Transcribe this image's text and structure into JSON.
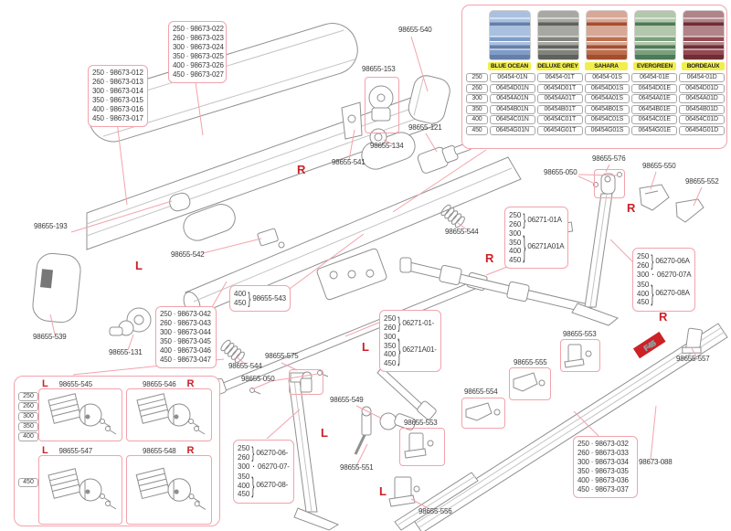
{
  "palette": {
    "box_border": "#f2a3ac",
    "leader": "#f2a3ac",
    "mark_red": "#cc2127",
    "text": "#3c3c3c",
    "name_tag_bg": "#f2ee4e",
    "logo_red": "#cc2127"
  },
  "fabric_panel": {
    "swatches": [
      {
        "name": "BLUE OCEAN",
        "base": "#a9c0e0",
        "band": "#7f9cc9",
        "dark": "#667fa8"
      },
      {
        "name": "DELUXE GREY",
        "base": "#a8a8a2",
        "band": "#82837c",
        "dark": "#5f625c"
      },
      {
        "name": "SAHARA",
        "base": "#d8a795",
        "band": "#bd6e4c",
        "dark": "#a34f2f"
      },
      {
        "name": "EVERGREEN",
        "base": "#b2c7ab",
        "band": "#79a07c",
        "dark": "#4d7a57"
      },
      {
        "name": "BORDEAUX",
        "base": "#b18489",
        "band": "#934a52",
        "dark": "#702d35"
      }
    ],
    "sizes": [
      "250",
      "260",
      "300",
      "350",
      "400",
      "450"
    ],
    "grid": [
      [
        "06454-01N",
        "06454-01T",
        "06454-01S",
        "06454-01E",
        "06454-01D"
      ],
      [
        "06454D01N",
        "06454D01T",
        "06454D01S",
        "06454D01E",
        "06454D01D"
      ],
      [
        "06454A01N",
        "06454A01T",
        "06454A01S",
        "06454A01E",
        "06454A01D"
      ],
      [
        "06454B01N",
        "06454B01T",
        "06454B01S",
        "06454B01E",
        "06454B01D"
      ],
      [
        "06454C01N",
        "06454C01T",
        "06454C01S",
        "06454C01E",
        "06454C01D"
      ],
      [
        "06454G01N",
        "06454G01T",
        "06454G01S",
        "06454G01E",
        "06454G01D"
      ]
    ]
  },
  "list_boxes": {
    "b022": {
      "rows": [
        "250 · 98673-022",
        "260 · 98673-023",
        "300 · 98673-024",
        "350 · 98673-025",
        "400 · 98673-026",
        "450 · 98673-027"
      ]
    },
    "b012": {
      "rows": [
        "250 · 98673-012",
        "260 · 98673-013",
        "300 · 98673-014",
        "350 · 98673-015",
        "400 · 98673-016",
        "450 · 98673-017"
      ]
    },
    "b042": {
      "rows": [
        "250 · 98673-042",
        "260 · 98673-043",
        "300 · 98673-044",
        "350 · 98673-045",
        "400 · 98673-046",
        "450 · 98673-047"
      ]
    },
    "b032": {
      "rows": [
        "250 · 98673-032",
        "260 · 98673-033",
        "300 · 98673-034",
        "350 · 98673-035",
        "400 · 98673-036",
        "450 · 98673-037"
      ]
    }
  },
  "brace_boxes": {
    "b06271a": {
      "groups": [
        {
          "sizes": [
            "250",
            "260"
          ],
          "part": "06271-01A"
        },
        {
          "sizes": [
            "300",
            "350",
            "400",
            "450"
          ],
          "part": "06271A01A"
        }
      ]
    },
    "b06271": {
      "groups": [
        {
          "sizes": [
            "250",
            "260"
          ],
          "part": "06271-01-"
        },
        {
          "sizes": [
            "300",
            "350",
            "400",
            "450"
          ],
          "part": "06271A01-"
        }
      ]
    },
    "b06270a": {
      "groups": [
        {
          "sizes": [
            "250",
            "260"
          ],
          "part": "06270-06A"
        },
        {
          "sizes": [
            "300"
          ],
          "part": "06270-07A"
        },
        {
          "sizes": [
            "350",
            "400",
            "450"
          ],
          "part": "06270-08A"
        }
      ]
    },
    "b06270": {
      "groups": [
        {
          "sizes": [
            "250",
            "260"
          ],
          "part": "06270-06-"
        },
        {
          "sizes": [
            "300"
          ],
          "part": "06270-07-"
        },
        {
          "sizes": [
            "350",
            "400",
            "450"
          ],
          "part": "06270-08-"
        }
      ]
    },
    "b543": {
      "groups": [
        {
          "sizes": [
            "400",
            "450"
          ],
          "part": "98655-543"
        }
      ]
    }
  },
  "labels": {
    "l540": "98655-540",
    "l153": "98655-153",
    "l134": "98655-134",
    "l121": "98655-121",
    "l541": "98655-541",
    "l193": "98655-193",
    "l539": "98655-539",
    "l131": "98655-131",
    "l542": "98655-542",
    "l544L": "98655-544",
    "l575": "98655-575",
    "l050L": "98655-050",
    "l549": "98655-549",
    "l551": "98655-551",
    "l556": "98655-556",
    "l553b": "98655-553",
    "l554": "98655-554",
    "l555": "98655-555",
    "l553a": "98655-553",
    "l544R": "98655-544",
    "l576": "98655-576",
    "l050R": "98655-050",
    "l550": "98655-550",
    "l552": "98655-552",
    "l557": "98655-557",
    "l088": "98673-088"
  },
  "marks": {
    "left": "L",
    "right": "R"
  },
  "endcap_box": {
    "sizes_top": [
      "250",
      "260",
      "300",
      "350",
      "400"
    ],
    "sizes_bottom": [
      "450"
    ],
    "cells": [
      {
        "side": "L",
        "part": "98655-545"
      },
      {
        "side": "R",
        "part": "98655-546"
      },
      {
        "side": "L",
        "part": "98655-547"
      },
      {
        "side": "R",
        "part": "98655-548"
      }
    ]
  },
  "logo": {
    "text": "F45"
  }
}
